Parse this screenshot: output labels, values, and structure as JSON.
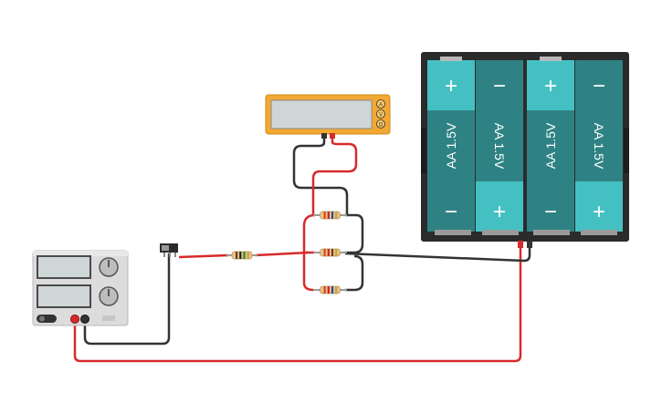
{
  "canvas": {
    "title": "",
    "background": "#ffffff"
  },
  "colors": {
    "wire_red": "#d82a2a",
    "wire_black": "#333333",
    "battery_case": "#2b2b2b",
    "cell_teal": "#2f8284",
    "cell_teal_light": "#45c0c2",
    "multimeter_orange": "#f2a833",
    "psu_body": "#dcdcdc",
    "resistor_body": "#e8c48a"
  },
  "battery_pack": {
    "cells": [
      {
        "label": "AA 1.5V",
        "top_terminal": "+",
        "bottom_terminal": "−"
      },
      {
        "label": "AA 1.5V",
        "top_terminal": "−",
        "bottom_terminal": "+"
      },
      {
        "label": "AA 1.5V",
        "top_terminal": "+",
        "bottom_terminal": "−"
      },
      {
        "label": "AA 1.5V",
        "top_terminal": "−",
        "bottom_terminal": "+"
      }
    ]
  },
  "multimeter": {
    "mode_buttons": [
      "A",
      "V",
      "Ω"
    ]
  },
  "power_supply": {
    "knobs": [
      "voltage-knob",
      "current-knob"
    ]
  },
  "components": {
    "series_resistor": {
      "bands": [
        "#6b3a1f",
        "#222222",
        "#2a8a2a",
        "#c8a040"
      ]
    },
    "parallel_resistors": [
      {
        "bands": [
          "#d24a1f",
          "#cc2222",
          "#1f4fa0",
          "#c8a040"
        ]
      },
      {
        "bands": [
          "#d24a1f",
          "#cc2222",
          "#6b3a1f",
          "#c8a040"
        ]
      },
      {
        "bands": [
          "#d24a1f",
          "#cc2222",
          "#1f4fa0",
          "#c8a040"
        ]
      }
    ],
    "switch": {
      "type": "slide-switch"
    }
  }
}
